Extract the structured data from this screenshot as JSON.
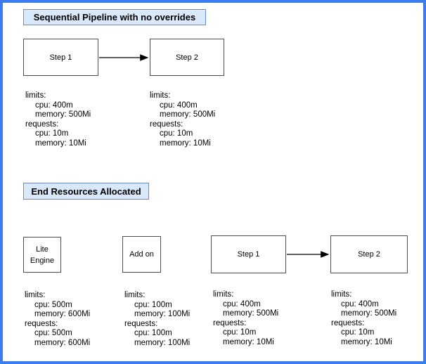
{
  "colors": {
    "frame_border": "#3b7cf0",
    "title_fill": "#dae8fc",
    "title_border": "#6c8ebf",
    "box_border": "#4d4d4d",
    "arrow": "#000000"
  },
  "sections": {
    "pipeline": {
      "title": "Sequential Pipeline with no overrides",
      "step1": "Step 1",
      "step2": "Step 2"
    },
    "end_resources": {
      "title": "End Resources Allocated",
      "lite_engine": "Lite\nEngine",
      "add_on": "Add on",
      "step1": "Step 1",
      "step2": "Step 2"
    }
  },
  "resource_blocks": [
    {
      "owner": "pipeline-step-1",
      "lines": [
        "limits:",
        "cpu: 400m",
        "memory: 500Mi",
        "requests:",
        "cpu: 10m",
        "memory: 10Mi"
      ]
    },
    {
      "owner": "pipeline-step-2",
      "lines": [
        "limits:",
        "cpu: 400m",
        "memory: 500Mi",
        "requests:",
        "cpu: 10m",
        "memory: 10Mi"
      ]
    },
    {
      "owner": "lite-engine",
      "lines": [
        "limits:",
        "cpu: 500m",
        "memory: 600Mi",
        "requests:",
        "cpu: 500m",
        "memory: 600Mi"
      ]
    },
    {
      "owner": "add-on",
      "lines": [
        "limits:",
        "cpu: 100m",
        "memory: 100Mi",
        "requests:",
        "cpu: 100m",
        "memory: 100Mi"
      ]
    },
    {
      "owner": "end-step-1",
      "lines": [
        "limits:",
        "cpu: 400m",
        "memory: 500Mi",
        "requests:",
        "cpu: 10m",
        "memory: 10Mi"
      ]
    },
    {
      "owner": "end-step-2",
      "lines": [
        "limits:",
        "cpu: 400m",
        "memory: 500Mi",
        "requests:",
        "cpu: 10m",
        "memory: 10Mi"
      ]
    }
  ]
}
